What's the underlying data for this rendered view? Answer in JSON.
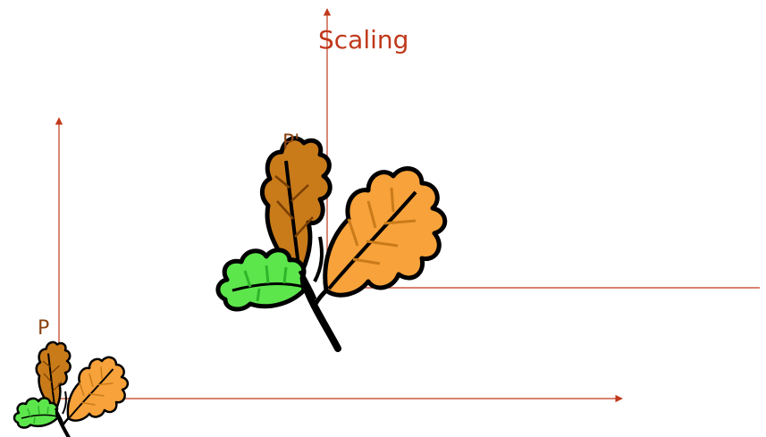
{
  "title": "Scaling",
  "point_original": "P",
  "point_scaled": "P'",
  "colors": {
    "axis": "#c0391b",
    "title": "#c0391b",
    "point_label": "#8b4513",
    "leaf_orange": "#f7a23a",
    "leaf_brown": "#c97b1a",
    "leaf_green": "#5ce64c",
    "leaf_green_dark": "#2fb52a",
    "outline": "#000000"
  }
}
